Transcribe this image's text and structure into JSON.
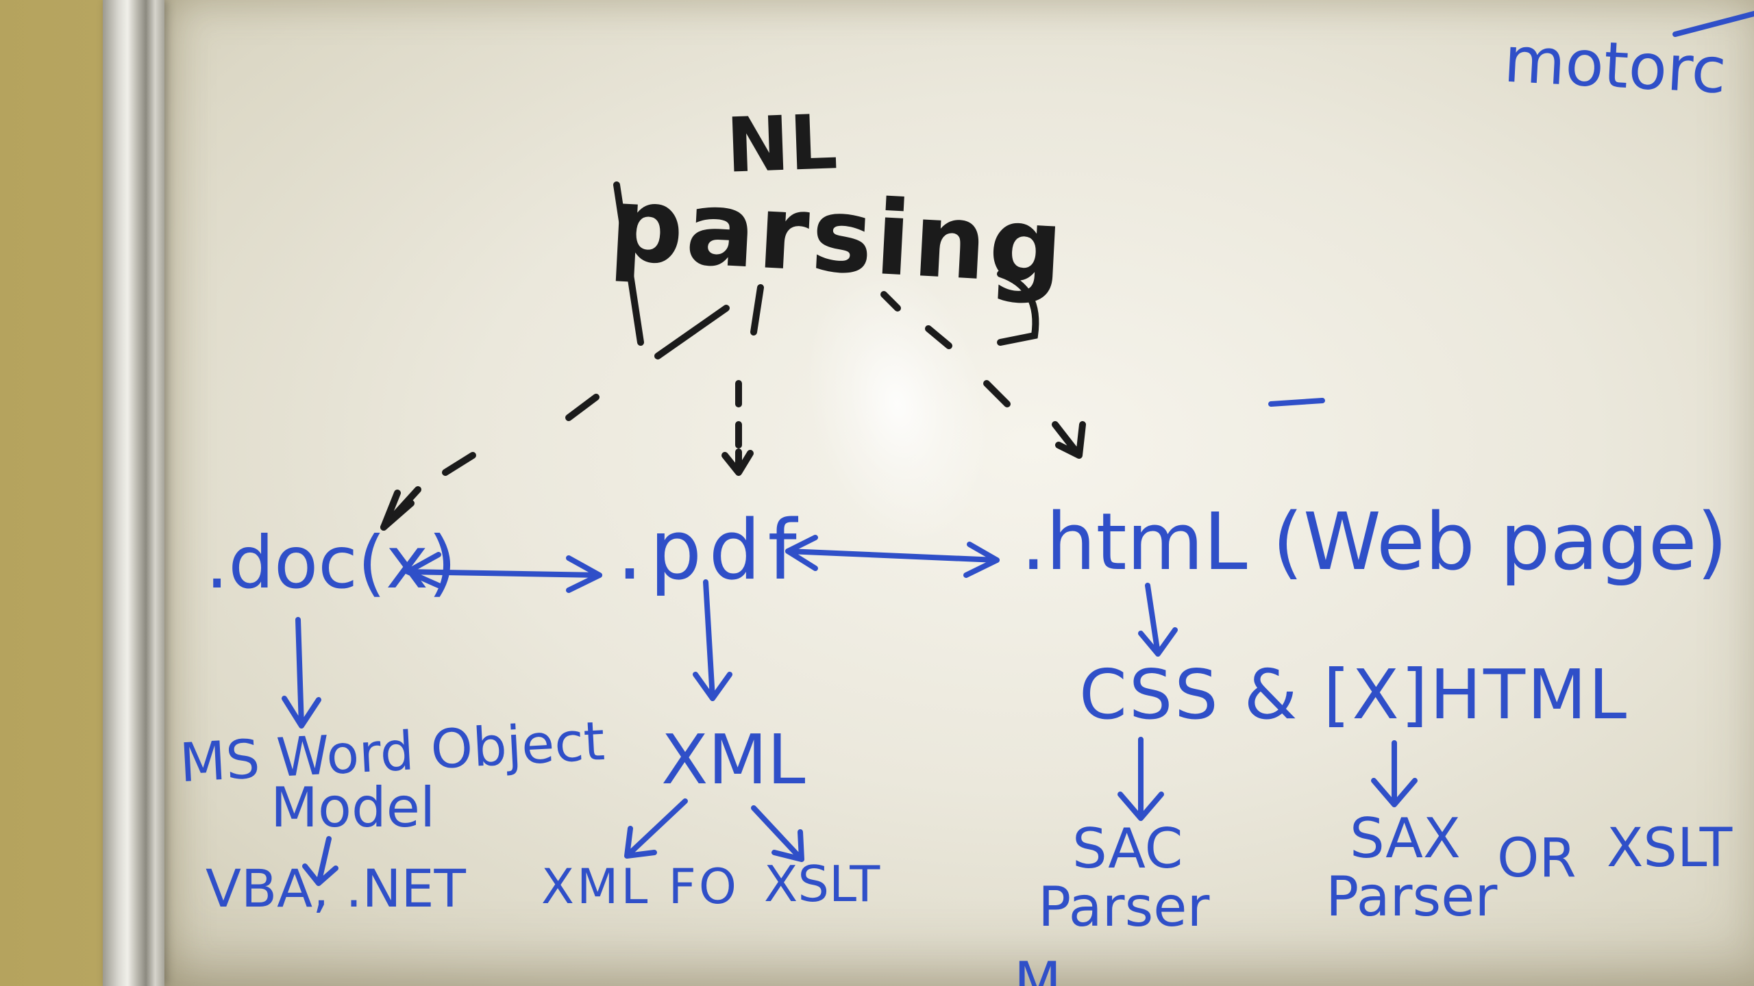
{
  "whiteboard": {
    "title_line1": "NL",
    "title_line2": "parsing",
    "corner_text": "motorc",
    "nodes": {
      "doc": ".doc(x)",
      "pdf": ".pdf",
      "html": ".htmL (Web page)",
      "msword": "MS Word Object",
      "model": "Model",
      "vba": "VBA, .NET",
      "xml": "XML",
      "xmlfo": "XML FO",
      "xslt_left": "XSLT",
      "css": "CSS & [X]HTML",
      "sac": "SAC",
      "sac_parser": "Parser",
      "sax": "SAX",
      "sax_parser": "Parser",
      "or": "OR",
      "xslt_right": "XSLT",
      "bottom": "M..."
    },
    "colors": {
      "blue_marker": "#2f4fc8",
      "black_marker": "#1b1b1b"
    }
  }
}
